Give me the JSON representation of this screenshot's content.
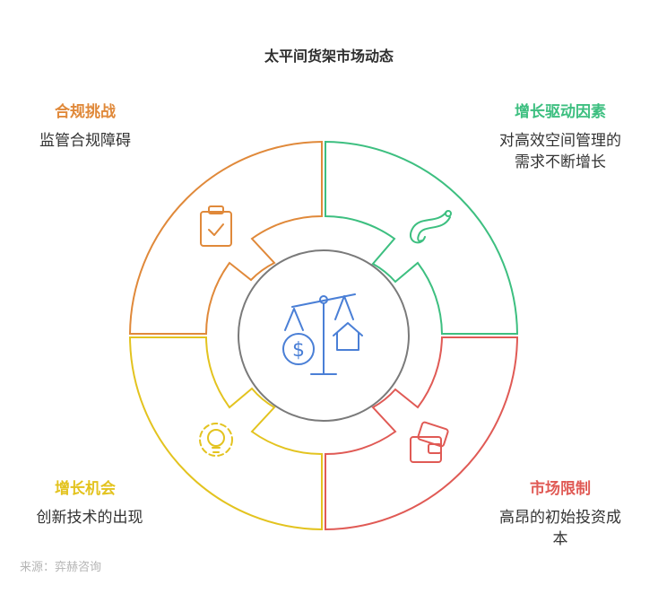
{
  "title": "太平间货架市场动态",
  "quadrants": {
    "top_left": {
      "heading": "合规挑战",
      "desc_lines": [
        "监管合规障碍"
      ],
      "color": "#e0893a",
      "icon": "clipboard-check-icon"
    },
    "top_right": {
      "heading": "增长驱动因素",
      "desc_lines": [
        "对高效空间管理的",
        "需求不断增长"
      ],
      "color": "#3dbf80",
      "icon": "worm-icon"
    },
    "bottom_right": {
      "heading": "市场限制",
      "desc_lines": [
        "高昂的初始投资成",
        "本"
      ],
      "color": "#e05a55",
      "icon": "wallet-money-icon"
    },
    "bottom_left": {
      "heading": "增长机会",
      "desc_lines": [
        "创新技术的出现"
      ],
      "color": "#e3c31f",
      "icon": "lightbulb-gear-icon"
    }
  },
  "center": {
    "icon": "balance-scale-dollar-house-icon",
    "color": "#4a7fd6",
    "ring_color": "#7a7a7a"
  },
  "source": "来源：弈赫咨询"
}
